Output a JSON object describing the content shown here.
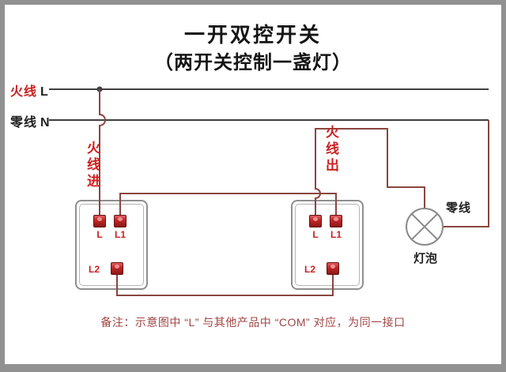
{
  "title": {
    "line1": "一开双控开关",
    "line2": "（两开关控制一盏灯）"
  },
  "bus": {
    "live": {
      "name": "火线",
      "letter": "L"
    },
    "neutral": {
      "name": "零线",
      "letter": "N"
    }
  },
  "labels": {
    "live_in": "火线进",
    "live_out": "火线出",
    "lamp_neutral": "零线",
    "lamp": "灯泡"
  },
  "switches": {
    "left": {
      "terminals": [
        "L",
        "L1",
        "L2"
      ]
    },
    "right": {
      "terminals": [
        "L",
        "L1",
        "L2"
      ]
    }
  },
  "note": "备注：示意图中 “L” 与其他产品中 “COM” 对应，为同一接口",
  "colors": {
    "bus": "#3f3f3f",
    "wire": "#8a4540",
    "accent_red": "#cc2020",
    "note": "#a04545",
    "lamp_stroke": "#8a8a8a"
  }
}
